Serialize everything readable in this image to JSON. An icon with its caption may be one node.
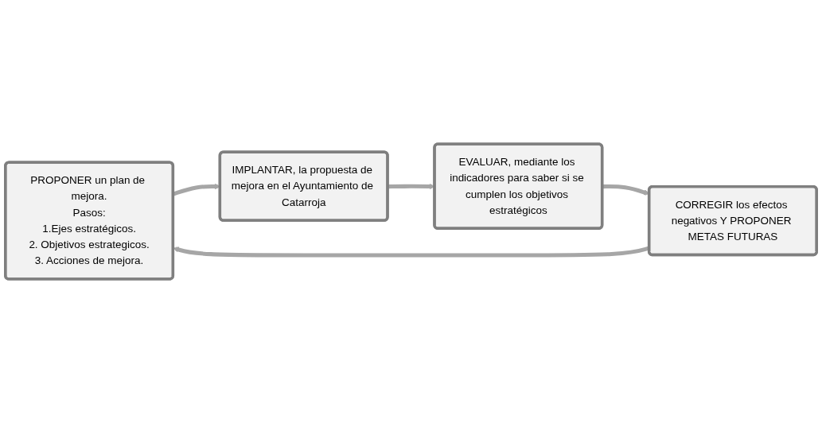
{
  "diagram": {
    "nodes": [
      {
        "text": [
          "PROPONER un plan de mejora.",
          "Pasos:",
          "1.Ejes estratégicos.",
          "2. Objetivos estrategicos.",
          "3. Acciones de mejora."
        ]
      },
      {
        "text": [
          "IMPLANTAR, la propuesta de mejora en el Ayuntamiento de Catarroja"
        ]
      },
      {
        "text": [
          "EVALUAR, mediante los indicadores para saber si se cumplen los objetivos estratégicos"
        ]
      },
      {
        "text": [
          "CORREGIR los efectos negativos Y PROPONER METAS FUTURAS"
        ]
      }
    ],
    "edges": [
      {
        "from": 0,
        "to": 1,
        "arrow": "to"
      },
      {
        "from": 1,
        "to": 2,
        "arrow": "to"
      },
      {
        "from": 2,
        "to": 3,
        "arrow": "to"
      },
      {
        "from": 3,
        "to": 0,
        "arrow": "to"
      }
    ]
  }
}
